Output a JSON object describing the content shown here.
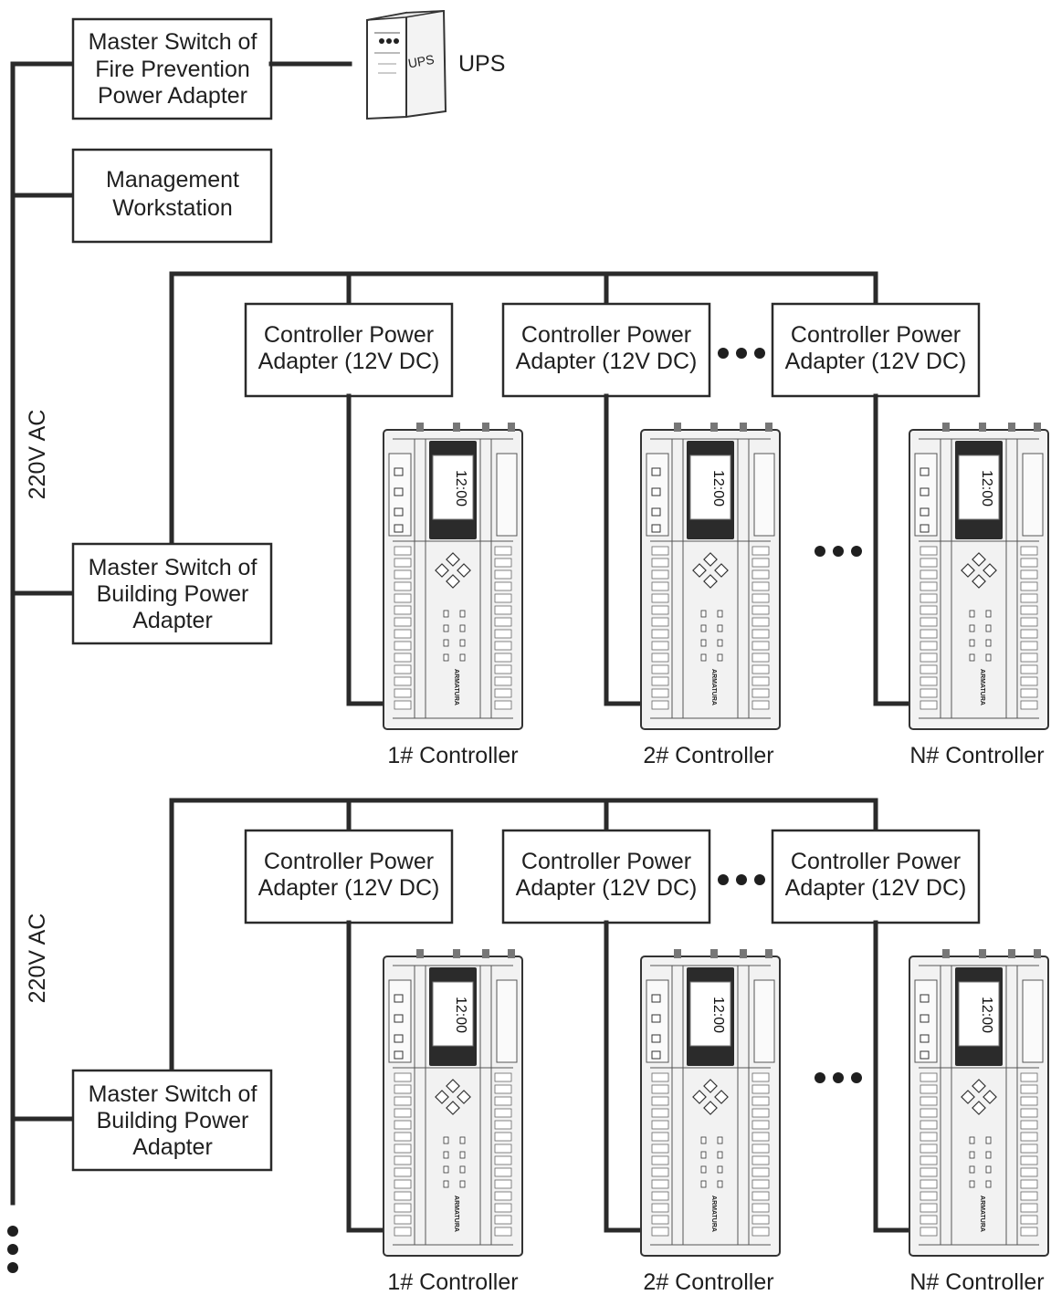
{
  "ac_labels": [
    "220V AC",
    "220V AC"
  ],
  "top": {
    "fire_switch": [
      "Master Switch of",
      "Fire Prevention",
      "Power Adapter"
    ],
    "ups_label": "UPS",
    "ups_device_text": "UPS",
    "workstation": [
      "Management",
      "Workstation"
    ]
  },
  "groups": [
    {
      "building_switch": [
        "Master Switch of",
        "Building Power",
        "Adapter"
      ],
      "adapters": [
        [
          "Controller Power",
          "Adapter (12V DC)"
        ],
        [
          "Controller Power",
          "Adapter (12V DC)"
        ],
        [
          "Controller Power",
          "Adapter (12V DC)"
        ]
      ],
      "controllers": [
        "1# Controller",
        "2# Controller",
        "N# Controller"
      ]
    },
    {
      "building_switch": [
        "Master Switch of",
        "Building Power",
        "Adapter"
      ],
      "adapters": [
        [
          "Controller Power",
          "Adapter (12V DC)"
        ],
        [
          "Controller Power",
          "Adapter (12V DC)"
        ],
        [
          "Controller Power",
          "Adapter (12V DC)"
        ]
      ],
      "controllers": [
        "1# Controller",
        "2# Controller",
        "N# Controller"
      ]
    }
  ],
  "device": {
    "clock": "12:00",
    "brand": "ARMATURA"
  },
  "colors": {
    "line": "#2a2a2a",
    "background": "#ffffff"
  }
}
